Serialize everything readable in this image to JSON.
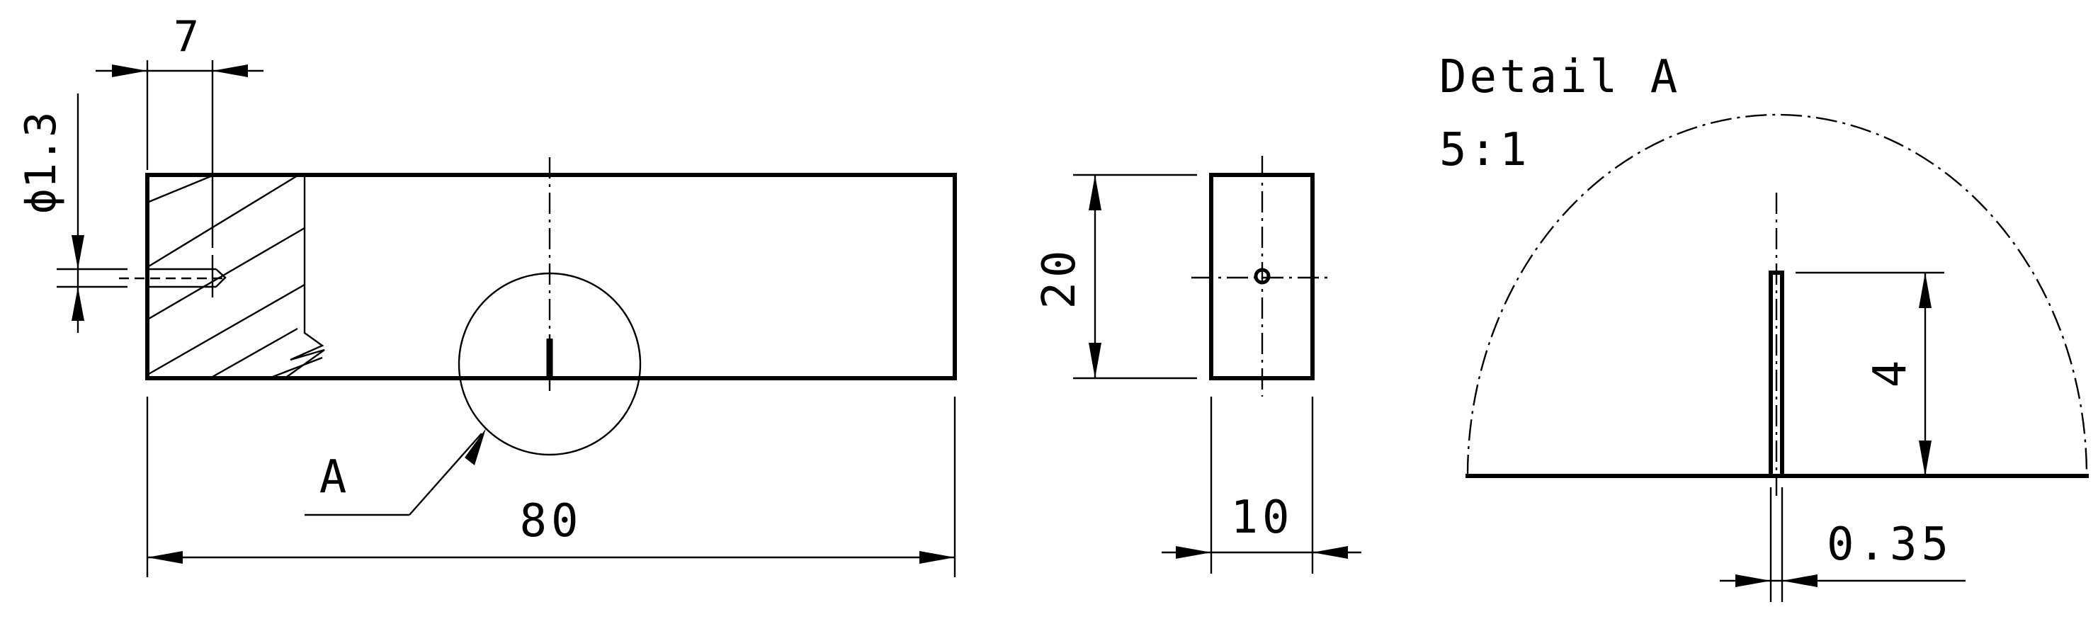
{
  "dimensions": {
    "length": "80",
    "height": "20",
    "width": "10",
    "hole_depth": "7",
    "hole_diameter": "ϕ1.3",
    "slit_depth": "4",
    "slit_width": "0.35"
  },
  "detail": {
    "label": "A",
    "title": "Detail A",
    "scale": "5:1"
  }
}
